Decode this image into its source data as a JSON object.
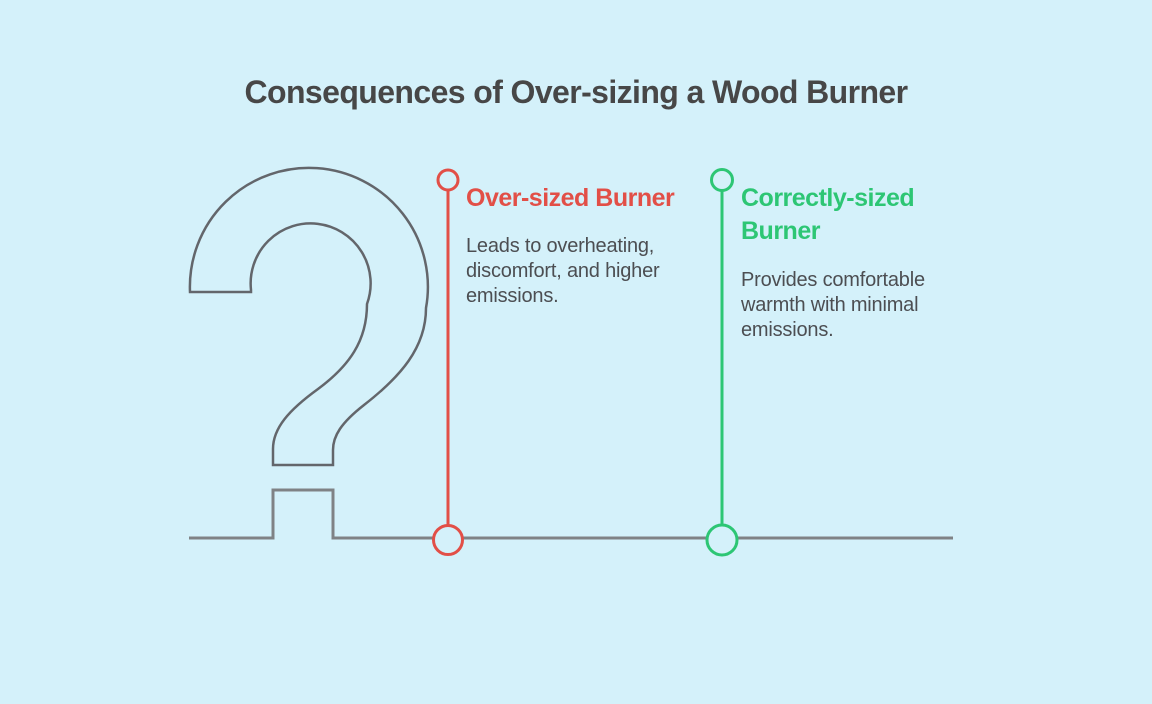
{
  "title": "Consequences of Over-sizing a Wood Burner",
  "colors": {
    "background": "#d4f1fa",
    "title_text": "#474747",
    "body_text": "#4c4e52",
    "red_accent": "#e24f47",
    "green_accent": "#2dc674",
    "question_mark_stroke": "#63666b",
    "baseline_stroke": "#7f8285"
  },
  "decor": {
    "question_mark_glyph": "?"
  },
  "items": [
    {
      "id": "over-sized-burner",
      "heading_lines": {
        "0": "Over-sized Burner"
      },
      "description_lines": {
        "0": "Leads to overheating,",
        "1": "discomfort, and higher",
        "2": "emissions."
      },
      "accent_color": "#e24f47"
    },
    {
      "id": "correctly-sized-burner",
      "heading_lines": {
        "0": "Correctly-sized",
        "1": "Burner"
      },
      "description_lines": {
        "0": "Provides comfortable",
        "1": "warmth with minimal",
        "2": "emissions."
      },
      "accent_color": "#2dc674"
    }
  ]
}
